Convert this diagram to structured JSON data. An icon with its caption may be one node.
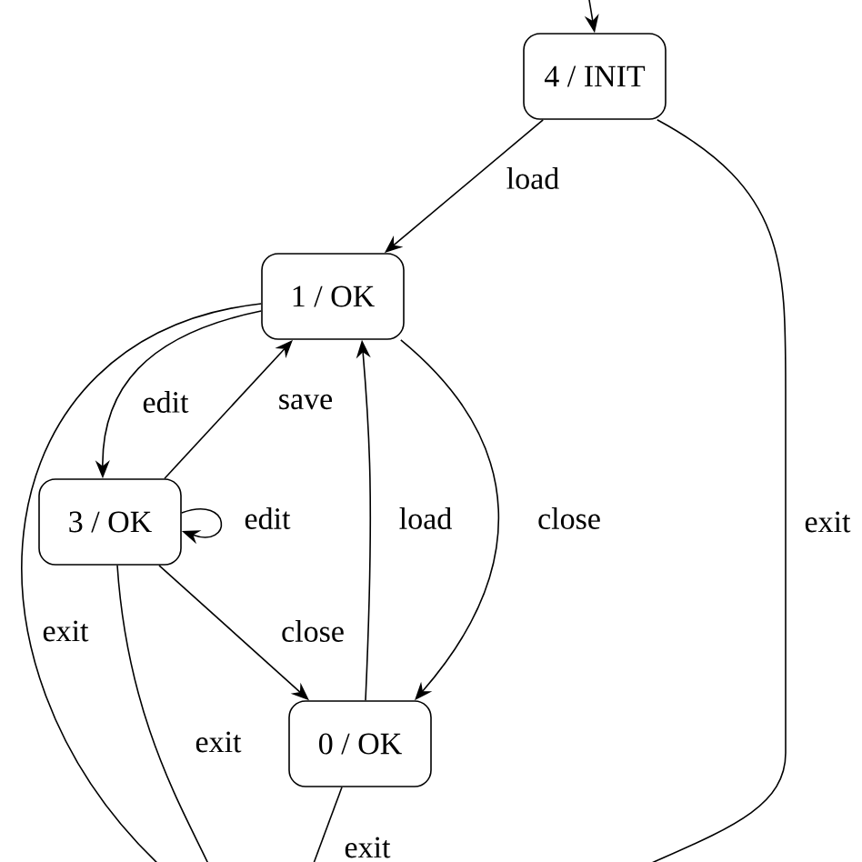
{
  "diagram": {
    "nodes": [
      {
        "text": [
          "4 / INIT"
        ]
      },
      {
        "text": [
          "1 / OK"
        ]
      },
      {
        "text": [
          "3 / OK"
        ]
      },
      {
        "text": [
          "0 / OK"
        ]
      }
    ],
    "edges": [
      {
        "from": null,
        "to": 0,
        "arrow": "to"
      },
      {
        "from": 0,
        "to": 1,
        "arrow": "to",
        "label": "load"
      },
      {
        "from": 0,
        "to": null,
        "arrow": "none",
        "label": "exit"
      },
      {
        "from": 1,
        "to": 2,
        "arrow": "to",
        "label": "edit"
      },
      {
        "from": 2,
        "to": 1,
        "arrow": "to",
        "label": "save"
      },
      {
        "from": 2,
        "to": 2,
        "arrow": "to",
        "label": "edit"
      },
      {
        "from": 3,
        "to": 1,
        "arrow": "to",
        "label": "load"
      },
      {
        "from": 1,
        "to": 3,
        "arrow": "to",
        "label": "close"
      },
      {
        "from": 2,
        "to": 3,
        "arrow": "to",
        "label": "close"
      },
      {
        "from": 1,
        "to": null,
        "arrow": "none",
        "label": "exit"
      },
      {
        "from": 2,
        "to": null,
        "arrow": "none",
        "label": "exit"
      },
      {
        "from": 3,
        "to": null,
        "arrow": "none",
        "label": "exit"
      }
    ]
  }
}
